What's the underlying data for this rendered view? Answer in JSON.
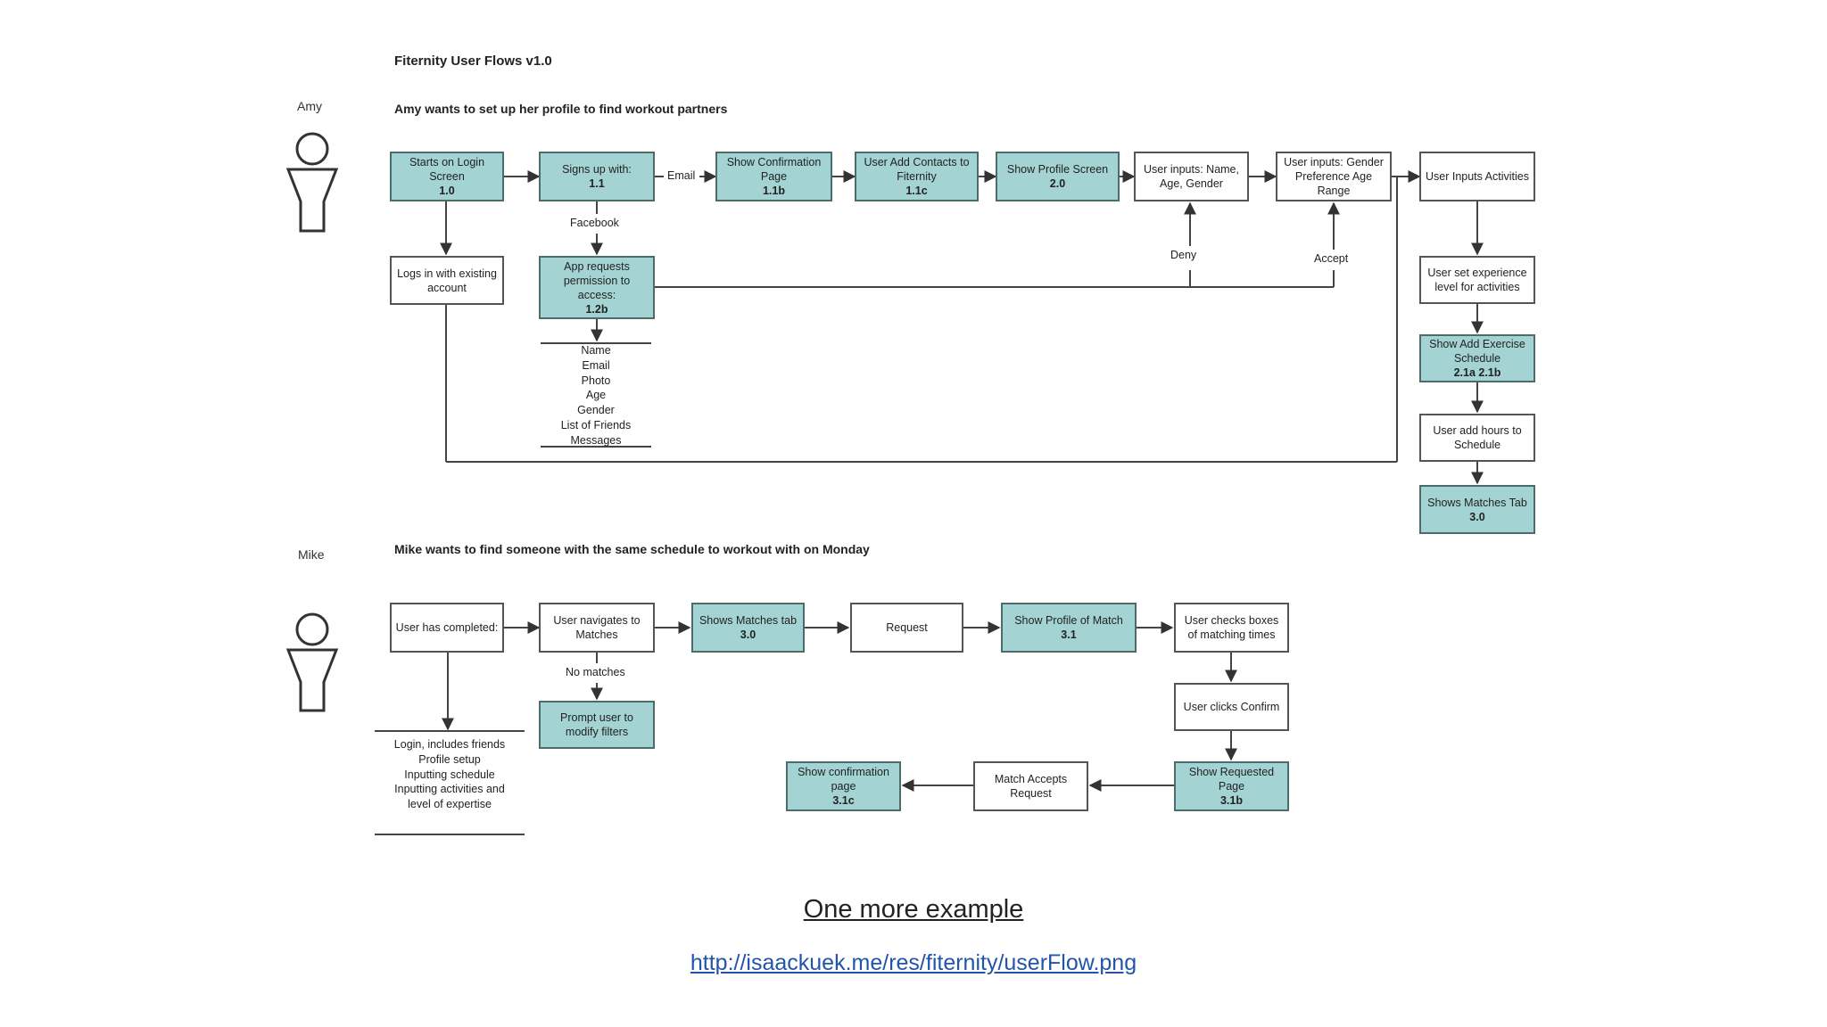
{
  "title": "Fiternity User Flows v1.0",
  "amy": {
    "actor": "Amy",
    "heading": "Amy wants to set up her profile to find workout partners",
    "login_box": {
      "text": "Starts on Login Screen",
      "code": "1.0"
    },
    "signup_box": {
      "text": "Signs up with:",
      "code": "1.1"
    },
    "email_label": "Email",
    "confirm_box": {
      "text": "Show Confirmation Page",
      "code": "1.1b"
    },
    "contacts_box": {
      "text": "User Add Contacts to Fiternity",
      "code": "1.1c"
    },
    "profile_box": {
      "text": "Show Profile Screen",
      "code": "2.0"
    },
    "inputs_name_box": {
      "text": "User inputs: Name, Age, Gender"
    },
    "inputs_gender_box": {
      "text": "User inputs: Gender Preference Age Range"
    },
    "inputs_activities_box": {
      "text": "User Inputs Activities"
    },
    "facebook_label": "Facebook",
    "permission_box": {
      "text": "App requests permission to access:",
      "code": "1.2b"
    },
    "logs_in_box": {
      "text": "Logs in with existing account"
    },
    "deny_label": "Deny",
    "accept_label": "Accept",
    "permission_items": [
      "Name",
      "Email",
      "Photo",
      "Age",
      "Gender",
      "List of Friends",
      "Messages"
    ],
    "experience_box": {
      "text": "User set experience level for activities"
    },
    "exercise_box": {
      "text": "Show Add Exercise Schedule",
      "code": "2.1a 2.1b"
    },
    "hours_box": {
      "text": "User add hours to Schedule"
    },
    "matches_box": {
      "text": "Shows Matches Tab",
      "code": "3.0"
    }
  },
  "mike": {
    "actor": "Mike",
    "heading": "Mike wants to find someone with the same schedule to workout with on Monday",
    "completed_box": {
      "text": "User has completed:"
    },
    "navigates_box": {
      "text": "User navigates to Matches"
    },
    "matches_tab_box": {
      "text": "Shows Matches tab",
      "code": "3.0"
    },
    "request_box": {
      "text": "Request"
    },
    "profile_match_box": {
      "text": "Show Profile of Match",
      "code": "3.1"
    },
    "checks_box": {
      "text": "User checks boxes of matching times"
    },
    "no_matches_label": "No matches",
    "prompt_box": {
      "text": "Prompt user to modify filters"
    },
    "completed_items": [
      "Login, includes friends",
      "Profile setup",
      "Inputting schedule",
      "Inputting activities and",
      "level of expertise"
    ],
    "clicks_confirm_box": {
      "text": "User clicks Confirm"
    },
    "requested_box": {
      "text": "Show Requested Page",
      "code": "3.1b"
    },
    "match_accepts_box": {
      "text": "Match Accepts Request"
    },
    "show_confirmation_box": {
      "text": "Show confirmation page",
      "code": "3.1c"
    }
  },
  "caption": "One more example",
  "link": "http://isaackuek.me/res/fiternity/userFlow.png",
  "colors": {
    "teal_fill": "#a4d3d3",
    "teal_border": "#4c6c6c",
    "link": "#2255aa"
  }
}
